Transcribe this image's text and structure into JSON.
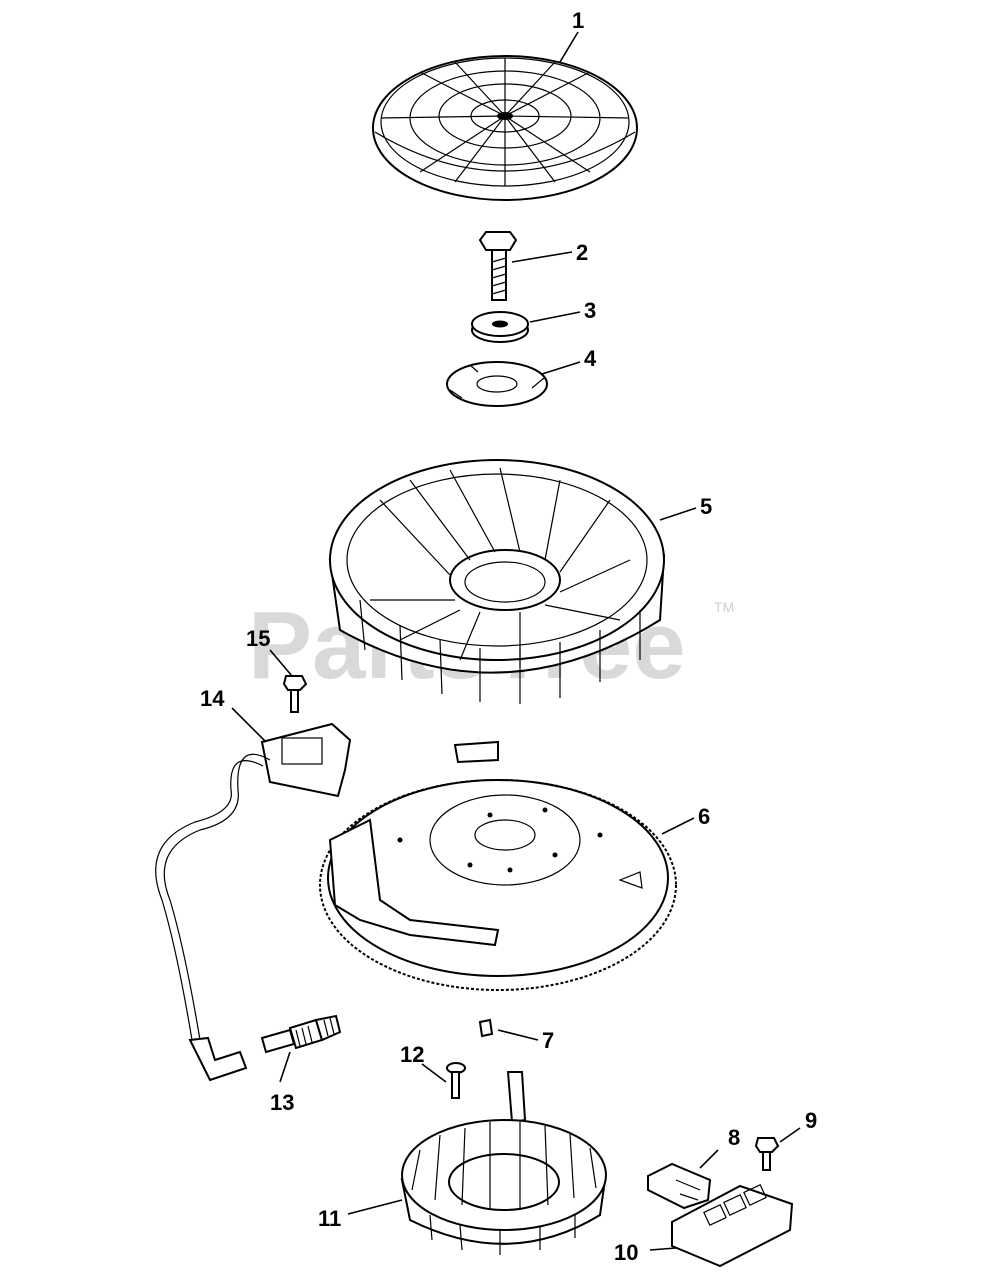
{
  "watermark": {
    "text": "PartsTree",
    "tm": "TM"
  },
  "callouts": [
    "1",
    "2",
    "3",
    "4",
    "5",
    "6",
    "7",
    "8",
    "9",
    "10",
    "11",
    "12",
    "13",
    "14",
    "15"
  ]
}
